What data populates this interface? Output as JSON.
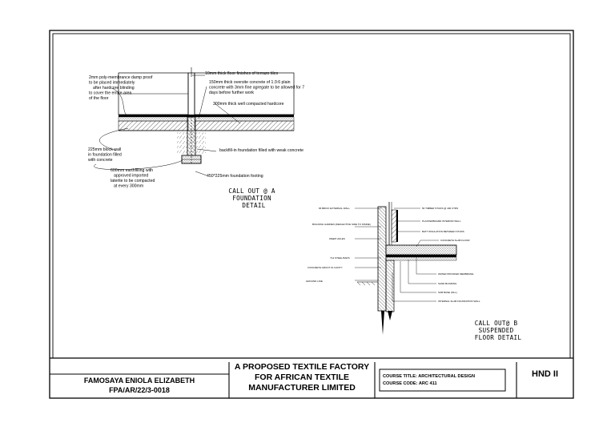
{
  "detail_a": {
    "notes": {
      "dpm": [
        "2mm poly-membrance damp proof",
        "to be placed immediately",
        "after hardcore blinding",
        "to cover the entire area",
        "of the floor"
      ],
      "tile": "10mm thick floor finishes of terrazo tiles",
      "slab": [
        "150mm thick oversite concrete of 1:3:6 plain",
        "concrete with 3mm fine agregate to be allowed for 7",
        "days before further work"
      ],
      "hardcore": "300mm thick well compacted hardcore",
      "block": [
        "225mm block wall",
        "in foundation filled",
        "with concrete"
      ],
      "backfill": "backfill-in foundation filled with weak concrete",
      "earth": [
        "600mm earthfilling with",
        "approved imported",
        "laterite to be compacted",
        "at every 300mm"
      ],
      "footing": "450*225mm foundation footing"
    },
    "callout": [
      "CALL OUT @ A",
      "FOUNDATION",
      "DETAIL"
    ]
  },
  "detail_b": {
    "left_notes": [
      "9ft BRICK EXTERNAL WALL",
      "BUILDING GARDEN (REFLECTIVE SIDE TO INSIDE)",
      "WEEP HOLES",
      "Y12 STEEL BARS",
      "CONCRETE GROUT IN CAVITY",
      "GROUND LINE"
    ],
    "right_notes": [
      "50 TIMBER STUDS @ 400 CTRS",
      "PLASTERBOARD INTERIOR WALL",
      "BATT INSULATION BETWEEN STUDS",
      "CONCRETE SLAB FLOOR",
      "WATER PROOFED MEMBRANE",
      "SAND BLINDING",
      "SUB BASE (FILL)",
      "INTERNAL SLAB FOUNDATION WALL"
    ],
    "callout": [
      "CALL OUT@ B",
      "SUSPENDED",
      "FLOOR DETAIL"
    ]
  },
  "title_block": {
    "student_name": "FAMOSAYA ENIOLA ELIZABETH",
    "matric_no": "FPA/AR/22/3-0018",
    "project_title": "A PROPOSED TEXTILE FACTORY FOR AFRICAN TEXTILE MANUFACTURER LIMITED",
    "course_title": "COURSE TITLE: ARCHITECTURAL DESIGN",
    "course_code": "COURSE CODE: ARC 411",
    "level": "HND II"
  }
}
